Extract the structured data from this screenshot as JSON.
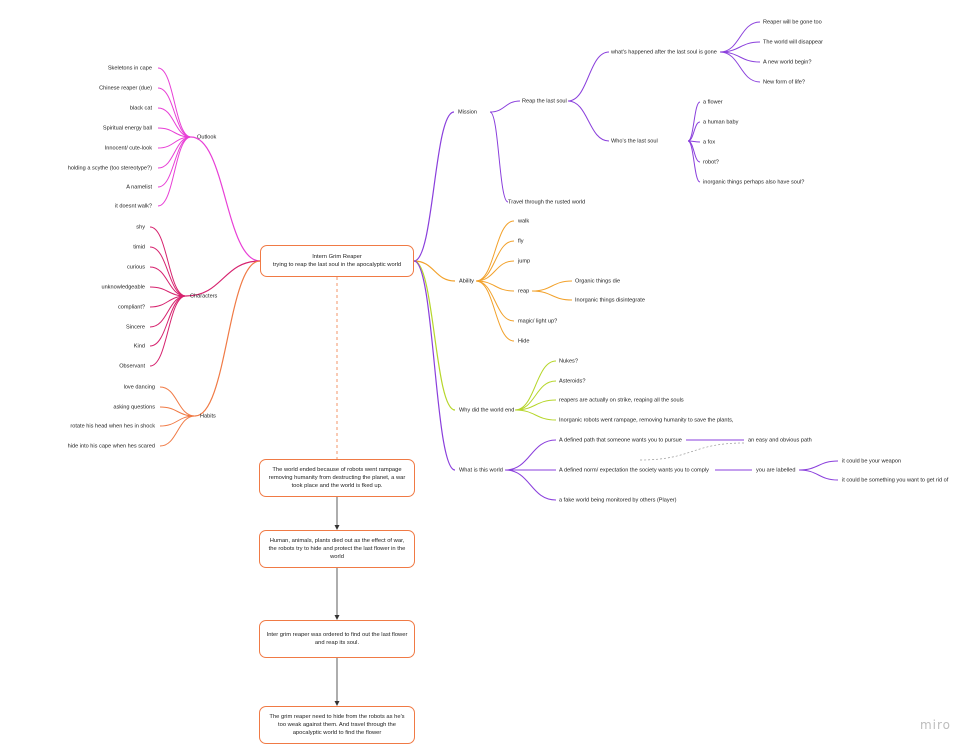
{
  "colors": {
    "outlook": "#e83fd6",
    "characters": "#d6226e",
    "habits": "#f07a45",
    "mission": "#8a3fdc",
    "ability": "#f2a12a",
    "why": "#b6d62a",
    "what": "#8a3fdc",
    "flow": "#f07a45"
  },
  "central": {
    "line1": "Intern Grim Reaper",
    "line2": "trying to reap the last soul in the apocalyptic world"
  },
  "outlook": {
    "label": "Outlook",
    "items": [
      "Skeletons in cape",
      "Chinese reaper (due)",
      "black cat",
      "Spiritual energy ball",
      "Innocent/ cute-look",
      "holding a scythe (too stereotype?)",
      "A namelist",
      "it doesnt walk?"
    ]
  },
  "characters": {
    "label": "Characters",
    "items": [
      "shy",
      "timid",
      "curious",
      "unknowledgeable",
      "compliant?",
      "Sincere",
      "Kind",
      "Observant"
    ]
  },
  "habits": {
    "label": "Habits",
    "items": [
      "love dancing",
      "asking questions",
      "rotate his head when hes in shock",
      "hide into his cape when hes scared"
    ]
  },
  "mission": {
    "label": "Mission",
    "reap_label": "Reap the last soul",
    "after_label": "what's happened after the last soul is gone",
    "after_items": [
      "Reaper will be gone too",
      "The world will disappear",
      "A new world begin?",
      "New form of life?"
    ],
    "who_label": "Who's the last soul",
    "who_items": [
      "a flower",
      "a human baby",
      "a fox",
      "robot?",
      "inorganic things perhaps also have soul?"
    ],
    "travel": "Travel through the rusted world"
  },
  "ability": {
    "label": "Ability",
    "items": [
      "walk",
      "fly",
      "jump",
      "reap",
      "magic/ light up?",
      "Hide"
    ],
    "reap_items": [
      "Organic things die",
      "Inorganic things disintegrate"
    ]
  },
  "why": {
    "label": "Why did the world end",
    "items": [
      "Nukes?",
      "Asteroids?",
      "reapers are actually on strike, reaping all the souls",
      "Inorganic robots went rampage, removing humanity to save the plants,"
    ]
  },
  "what": {
    "label": "What is this world",
    "items": [
      "A defined path that someone wants you to pursue",
      "A defined norm/ expectation the society wants you to comply",
      "a fake world being monitored by others (Player)"
    ],
    "easy": "an easy and obvious path",
    "labelled": "you are labelled",
    "labelled_items": [
      "it could be your weapon",
      "it could be something you want to get rid of"
    ]
  },
  "story": [
    "The world ended because of robots went rampage removing humanity from destructing the planet, a war took place and the world is fked up.",
    "Human, animals, plants died out as the effect of war, the robots try to hide and protect the last flower in the world",
    "Inter grim reaper was ordered to find out the last flower and reap its soul.",
    "The grim reaper need to hide from the robots as he's too weak against them. And travel through the apocalyptic world to find the flower"
  ],
  "brand": "miro"
}
